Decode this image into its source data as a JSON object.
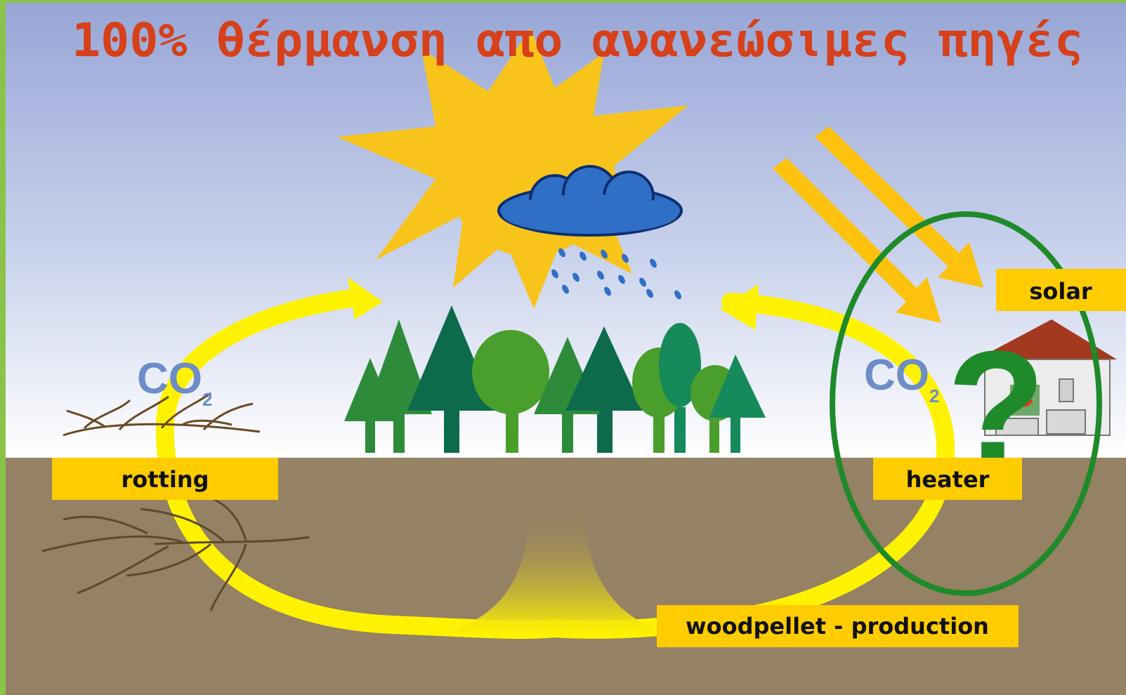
{
  "title": "100%  θέρμανση απο ανανεώσιμες πηγές",
  "labels": {
    "rotting": "rotting",
    "heater": "heater",
    "solar": "solar",
    "production": "woodpellet - production"
  },
  "co2_left": {
    "main": "CO",
    "sub": "2"
  },
  "co2_right": {
    "main": "CO",
    "sub": "2"
  },
  "question_mark": "?",
  "colors": {
    "frame": "#8bc34a",
    "sky_top": "#9aa9d6",
    "sky_bottom": "#ffffff",
    "ground": "#958164",
    "title": "#d6401a",
    "label_box": "#ffcc00",
    "flow": "#fff200",
    "sun": "#f8c41c",
    "cloud": "#2f6fc6",
    "co2": "#6d8cc8",
    "ellipse": "#1f8a2a",
    "house_roof": "#a3391f"
  }
}
